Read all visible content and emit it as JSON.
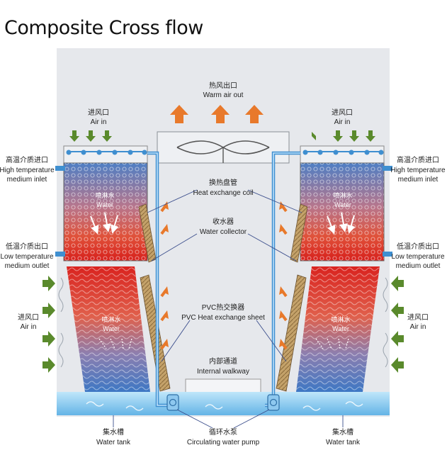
{
  "title": "Composite Cross flow",
  "labels": {
    "warm_air_cn": "热风出口",
    "warm_air_en": "Warm air out",
    "air_in_cn": "进风口",
    "air_in_en": "Air in",
    "high_temp_cn": "高温介质进口",
    "high_temp_en1": "High temperature",
    "high_temp_en2": "medium inlet",
    "low_temp_cn": "低温介质出口",
    "low_temp_en1": "Low temperature",
    "low_temp_en2": "medium outlet",
    "coil_cn": "换热盘管",
    "coil_en": "Heat exchange coil",
    "collector_cn": "收水器",
    "collector_en": "Water collector",
    "pvc_cn": "PVC热交换器",
    "pvc_en": "PVC Heat exchange sheet",
    "walkway_cn": "内部通道",
    "walkway_en": "Internal walkway",
    "spray_cn": "喷淋水",
    "water_en": "Water",
    "tank_cn": "集水槽",
    "tank_en": "Water tank",
    "pump_cn": "循环水泵",
    "pump_en": "Circulating water pump"
  },
  "colors": {
    "arrow_orange": "#e8792b",
    "arrow_green": "#5a8a2c",
    "pipe_blue": "#3f8fd0",
    "coil_red": "#d9302a",
    "coil_blue": "#5b86c6",
    "tank_blue": "#7ec6ee",
    "fill_pack": "#c9a86a"
  }
}
